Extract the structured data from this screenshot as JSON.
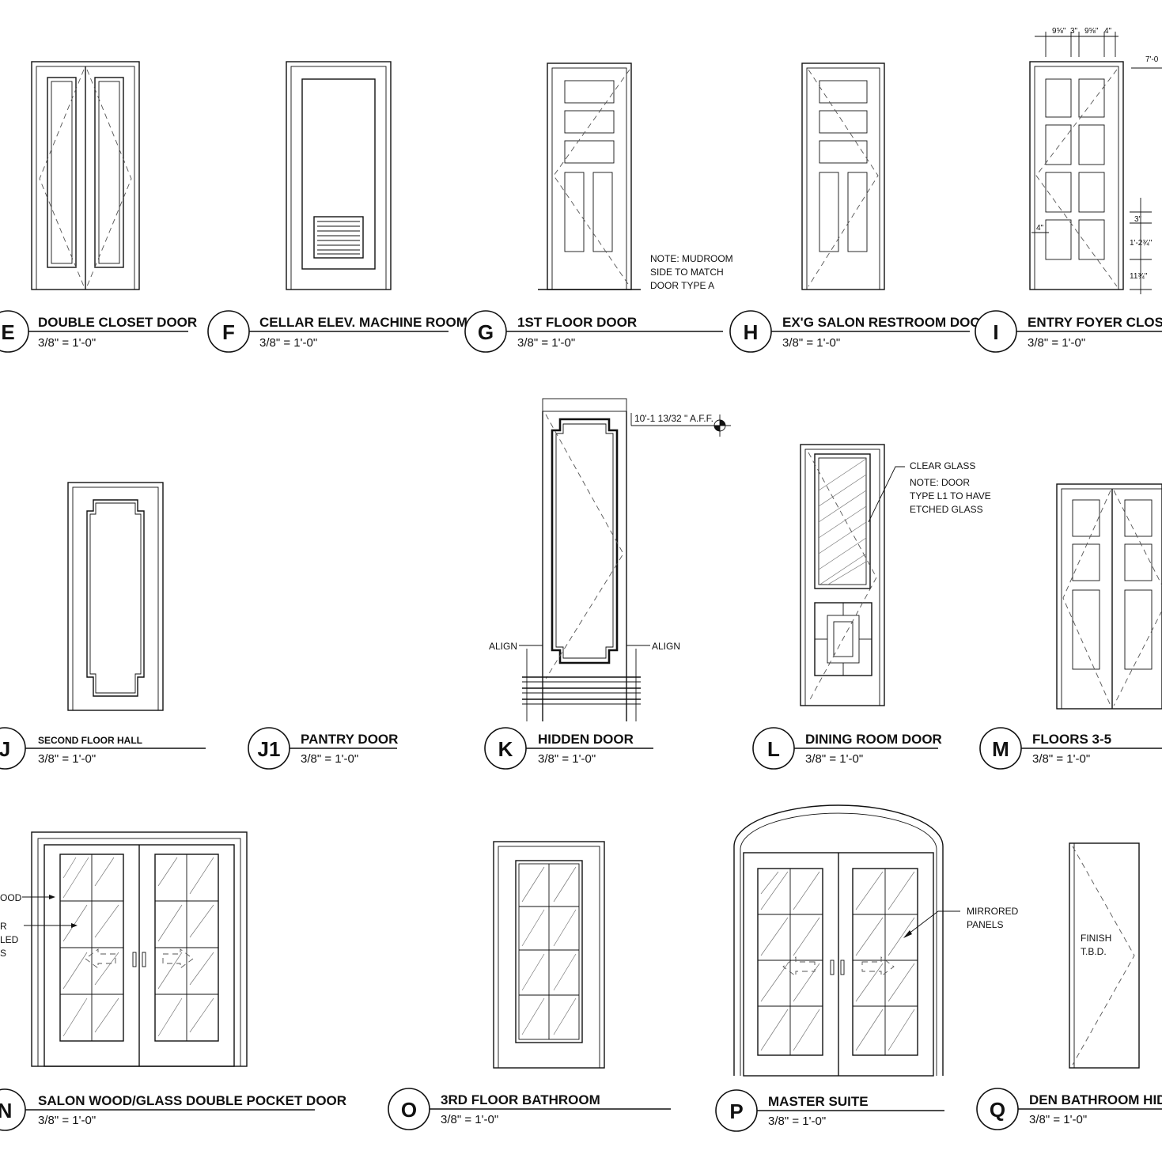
{
  "sheet": {
    "elevations": [
      {
        "mark": "E",
        "title": "DOUBLE CLOSET DOOR",
        "scale": "3/8\" = 1'-0\""
      },
      {
        "mark": "F",
        "title": "CELLAR ELEV. MACHINE ROOM",
        "scale": "3/8\" = 1'-0\""
      },
      {
        "mark": "G",
        "title": "1ST FLOOR DOOR",
        "scale": "3/8\" = 1'-0\""
      },
      {
        "mark": "H",
        "title": "EX'G SALON RESTROOM DOOR",
        "scale": "3/8\" = 1'-0\""
      },
      {
        "mark": "I",
        "title": "ENTRY FOYER CLOSET",
        "scale": "3/8\" = 1'-0\""
      },
      {
        "mark": "J",
        "title": "SECOND FLOOR HALL",
        "scale": "3/8\" = 1'-0\""
      },
      {
        "mark": "J1",
        "title": "PANTRY DOOR",
        "scale": "3/8\" = 1'-0\""
      },
      {
        "mark": "K",
        "title": "HIDDEN DOOR",
        "scale": "3/8\" = 1'-0\""
      },
      {
        "mark": "L",
        "title": "DINING ROOM DOOR",
        "scale": "3/8\" = 1'-0\""
      },
      {
        "mark": "M",
        "title": "FLOORS 3-5",
        "scale": "3/8\" = 1'-0\""
      },
      {
        "mark": "N",
        "title": "SALON WOOD/GLASS DOUBLE POCKET DOOR",
        "scale": "3/8\" = 1'-0\""
      },
      {
        "mark": "O",
        "title": "3RD FLOOR BATHROOM",
        "scale": "3/8\" = 1'-0\""
      },
      {
        "mark": "P",
        "title": "MASTER SUITE",
        "scale": "3/8\" = 1'-0\""
      },
      {
        "mark": "Q",
        "title": "DEN BATHROOM HIDD",
        "scale": "3/8\" = 1'-0\""
      }
    ],
    "notes": {
      "g_note": [
        "NOTE: MUDROOM",
        "SIDE TO MATCH",
        "DOOR TYPE A"
      ],
      "k_align_left": "ALIGN",
      "k_align_right": "ALIGN",
      "k_aff": "10'-1 13/32 \" A.F.F.",
      "l_glass": "CLEAR GLASS",
      "l_note": [
        "NOTE: DOOR",
        "TYPE L1 TO HAVE",
        "ETCHED GLASS"
      ],
      "n_notes": [
        "OOD",
        "R",
        "LED",
        "S"
      ],
      "p_note": [
        "MIRRORED",
        "PANELS"
      ],
      "q_note": [
        "FINISH",
        "T.B.D."
      ]
    },
    "dimensions": {
      "i_top": [
        "9⅝\"",
        "3\"",
        "9⅝\"",
        "4\""
      ],
      "i_height": "7'-0",
      "i_side": [
        "3\"",
        "1'-2¾\"",
        "11¾\""
      ],
      "i_stile": "4\""
    }
  }
}
